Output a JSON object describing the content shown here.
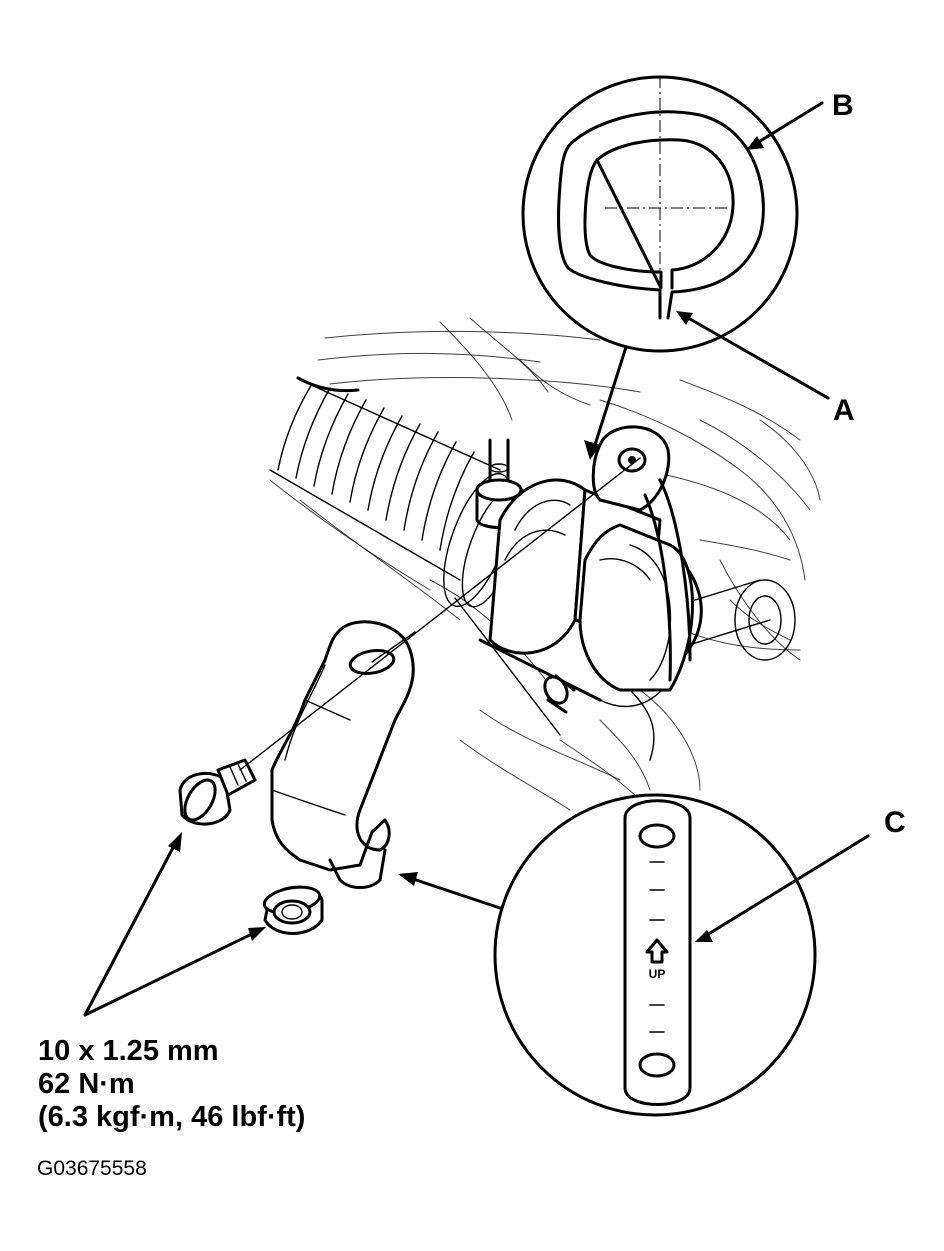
{
  "callouts": {
    "a": "A",
    "b": "B",
    "c": "C"
  },
  "detail_c": {
    "up_label": "UP"
  },
  "torque_spec": {
    "size": "10 x 1.25 mm",
    "torque_nm": "62 N·m",
    "torque_alt": "(6.3 kgf·m, 46 lbf·ft)"
  },
  "figure_id": "G03675558",
  "icons": [
    "up-arrow-icon"
  ]
}
